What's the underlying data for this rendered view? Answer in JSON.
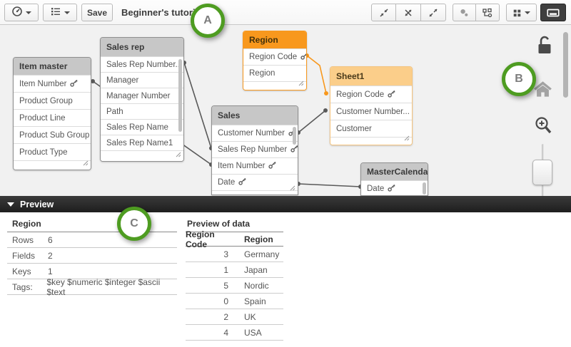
{
  "colors": {
    "accent_orange": "#F8981D",
    "sheet1_header": "#FBCE8A",
    "grey_header": "#C7C7C7",
    "annotation_green": "#4E9C21",
    "connector_grey": "#595959"
  },
  "toolbar": {
    "save_label": "Save",
    "app_title": "Beginner's tutorial",
    "icons": [
      "compass-menu",
      "sheet-list-menu",
      "collapse-all",
      "show-linked-fields",
      "expand-all",
      "internal-table-view",
      "layout",
      "grid-view",
      "preview-toggle"
    ]
  },
  "annotations": {
    "a": "A",
    "b": "B",
    "c": "C"
  },
  "canvas_tools": {
    "icons": [
      "open-lock",
      "home",
      "zoom-in-magnifier",
      "zoom-slider"
    ]
  },
  "preview_panel": {
    "header": "Preview",
    "summary": {
      "title": "Region",
      "rows": [
        {
          "label": "Rows",
          "value": "6"
        },
        {
          "label": "Fields",
          "value": "2"
        },
        {
          "label": "Keys",
          "value": "1"
        },
        {
          "label": "Tags:",
          "value": "$key $numeric $integer $ascii $text"
        }
      ]
    },
    "data_preview": {
      "title": "Preview of data",
      "columns": [
        "Region Code",
        "Region"
      ],
      "rows": [
        [
          "3",
          "Germany"
        ],
        [
          "1",
          "Japan"
        ],
        [
          "5",
          "Nordic"
        ],
        [
          "0",
          "Spain"
        ],
        [
          "2",
          "UK"
        ],
        [
          "4",
          "USA"
        ]
      ]
    }
  },
  "data_model": {
    "tables": [
      {
        "id": "item-master",
        "name": "Item master",
        "theme": "grey",
        "fields": [
          {
            "label": "Item Number",
            "key": true
          },
          {
            "label": "Product Group",
            "key": false
          },
          {
            "label": "Product Line",
            "key": false
          },
          {
            "label": "Product Sub Group",
            "key": false
          },
          {
            "label": "Product Type",
            "key": false
          }
        ]
      },
      {
        "id": "sales-rep",
        "name": "Sales rep",
        "theme": "grey",
        "fields": [
          {
            "label": "Sales Rep Number...",
            "key": false
          },
          {
            "label": "Manager",
            "key": false
          },
          {
            "label": "Manager Number",
            "key": false
          },
          {
            "label": "Path",
            "key": false
          },
          {
            "label": "Sales Rep Name",
            "key": false
          },
          {
            "label": "Sales Rep Name1",
            "key": false
          }
        ]
      },
      {
        "id": "region",
        "name": "Region",
        "theme": "orange",
        "fields": [
          {
            "label": "Region Code",
            "key": true
          },
          {
            "label": "Region",
            "key": false
          }
        ]
      },
      {
        "id": "sheet1",
        "name": "Sheet1",
        "theme": "light-orange",
        "fields": [
          {
            "label": "Region Code",
            "key": true
          },
          {
            "label": "Customer Number...",
            "key": false
          },
          {
            "label": "Customer",
            "key": false
          }
        ]
      },
      {
        "id": "sales",
        "name": "Sales",
        "theme": "grey",
        "fields": [
          {
            "label": "Customer Number",
            "key": true
          },
          {
            "label": "Sales Rep Number",
            "key": true
          },
          {
            "label": "Item Number",
            "key": true
          },
          {
            "label": "Date",
            "key": true
          }
        ]
      },
      {
        "id": "master-calendar",
        "name": "MasterCalendar",
        "theme": "grey",
        "fields": [
          {
            "label": "Date",
            "key": true
          }
        ]
      }
    ]
  }
}
